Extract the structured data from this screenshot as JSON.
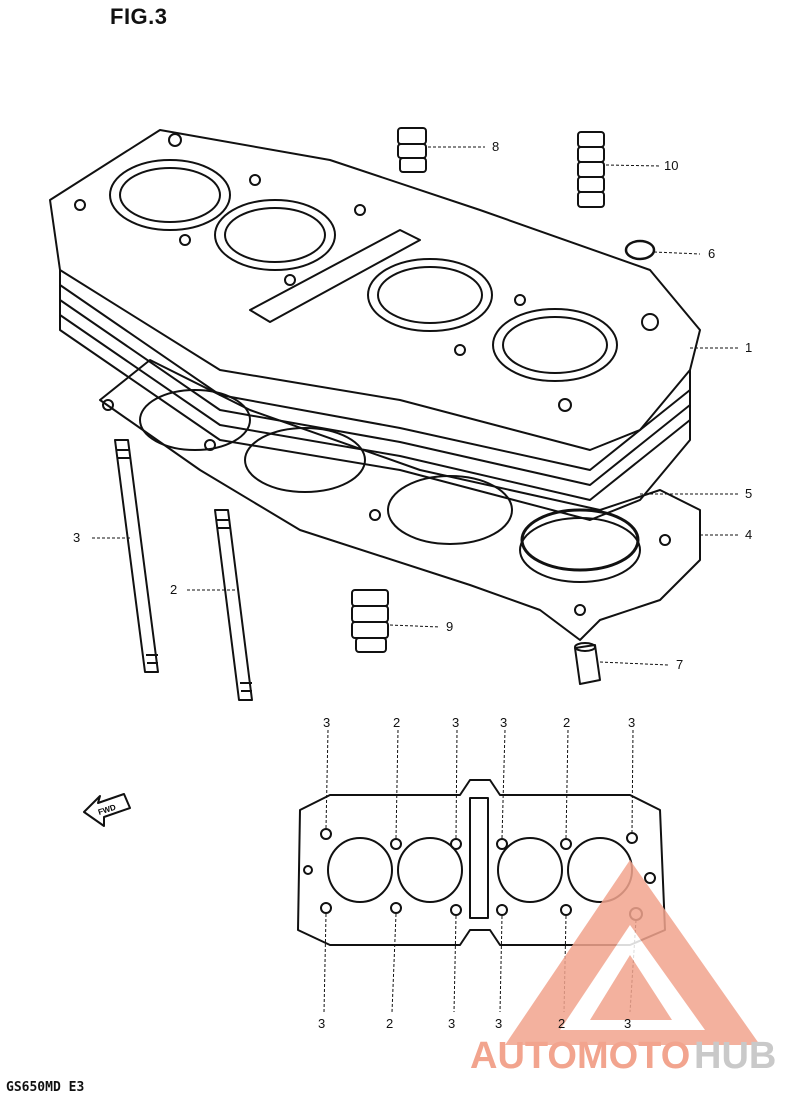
{
  "figure": {
    "title": "FIG.3",
    "model_code": "GS650MD E3"
  },
  "callouts": [
    {
      "id": "1",
      "label": "1"
    },
    {
      "id": "2",
      "label": "2"
    },
    {
      "id": "3",
      "label": "3"
    },
    {
      "id": "4",
      "label": "4"
    },
    {
      "id": "5",
      "label": "5"
    },
    {
      "id": "6",
      "label": "6"
    },
    {
      "id": "7",
      "label": "7"
    },
    {
      "id": "8",
      "label": "8"
    },
    {
      "id": "9",
      "label": "9"
    },
    {
      "id": "10",
      "label": "10"
    }
  ],
  "bolt_pattern": {
    "top_labels": [
      "3",
      "2",
      "3",
      "3",
      "2",
      "3"
    ],
    "bottom_labels": [
      "3",
      "2",
      "3",
      "3",
      "2",
      "3"
    ]
  },
  "fwd_arrow": "FWD",
  "watermark": {
    "part1": "AUTOMOTO",
    "part2": "HUB",
    "color_main": "#f2a48e",
    "color_accent": "#d9d9d9"
  }
}
